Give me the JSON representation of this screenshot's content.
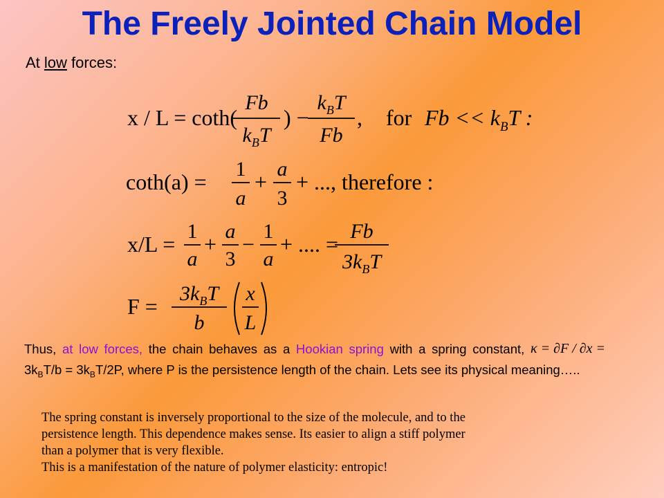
{
  "slide": {
    "title": "The Freely Jointed Chain Model",
    "subtitle_prefix": "At ",
    "subtitle_underlined": "low",
    "subtitle_suffix": " forces:"
  },
  "equations": {
    "eq1": {
      "lhs": "x / L = coth(",
      "frac1_num": "Fb",
      "frac1_den_k": "k",
      "frac1_den_sub": "B",
      "frac1_den_T": "T",
      "mid": ") −",
      "frac2_num_k": "k",
      "frac2_num_sub": "B",
      "frac2_num_T": "T",
      "frac2_den": "Fb",
      "comma": ",",
      "condition_word": "for",
      "condition_expr": "Fb << k",
      "condition_sub": "B",
      "condition_tail": "T :"
    },
    "eq2": {
      "lhs": "coth(a) =",
      "frac1_num": "1",
      "frac1_den": "a",
      "plus": "+",
      "frac2_num": "a",
      "frac2_den": "3",
      "tail": "+ ..., therefore :"
    },
    "eq3": {
      "lhs": "x/L =",
      "frac1_num": "1",
      "frac1_den": "a",
      "plus1": "+",
      "frac2_num": "a",
      "frac2_den": "3",
      "minus": "−",
      "frac3_num": "1",
      "frac3_den": "a",
      "tail": "+ .... =",
      "frac4_num": "Fb",
      "frac4_den_pre": "3k",
      "frac4_den_sub": "B",
      "frac4_den_T": "T"
    },
    "eq4": {
      "lhs": "F =",
      "frac1_num_pre": "3k",
      "frac1_num_sub": "B",
      "frac1_num_T": "T",
      "frac1_den": "b",
      "frac2_num": "x",
      "frac2_den": "L"
    }
  },
  "paragraph": {
    "t1": "Thus, ",
    "h1": "at low forces,",
    "t2": " the chain behaves as a ",
    "h2": "Hookian spring",
    "t3": " with a spring constant, ",
    "kappa": "κ = ∂F / ∂x =",
    "t4": " 3k",
    "s1": "B",
    "t5": "T/b = 3k",
    "s2": "B",
    "t6": "T/2P, where P is the persistence length of the chain. Lets see its physical meaning….."
  },
  "note": {
    "line1": "The spring constant is inversely proportional to the size of the molecule, and to the",
    "line2": "persistence length. This dependence makes sense.  Its easier to align a stiff polymer",
    "line3": "than a polymer that is very flexible.",
    "line4": "This is a manifestation of the  nature of polymer elasticity:  entropic!"
  },
  "colors": {
    "title": "#0b21b9",
    "highlight": "#8a11d6",
    "text": "#000000"
  }
}
